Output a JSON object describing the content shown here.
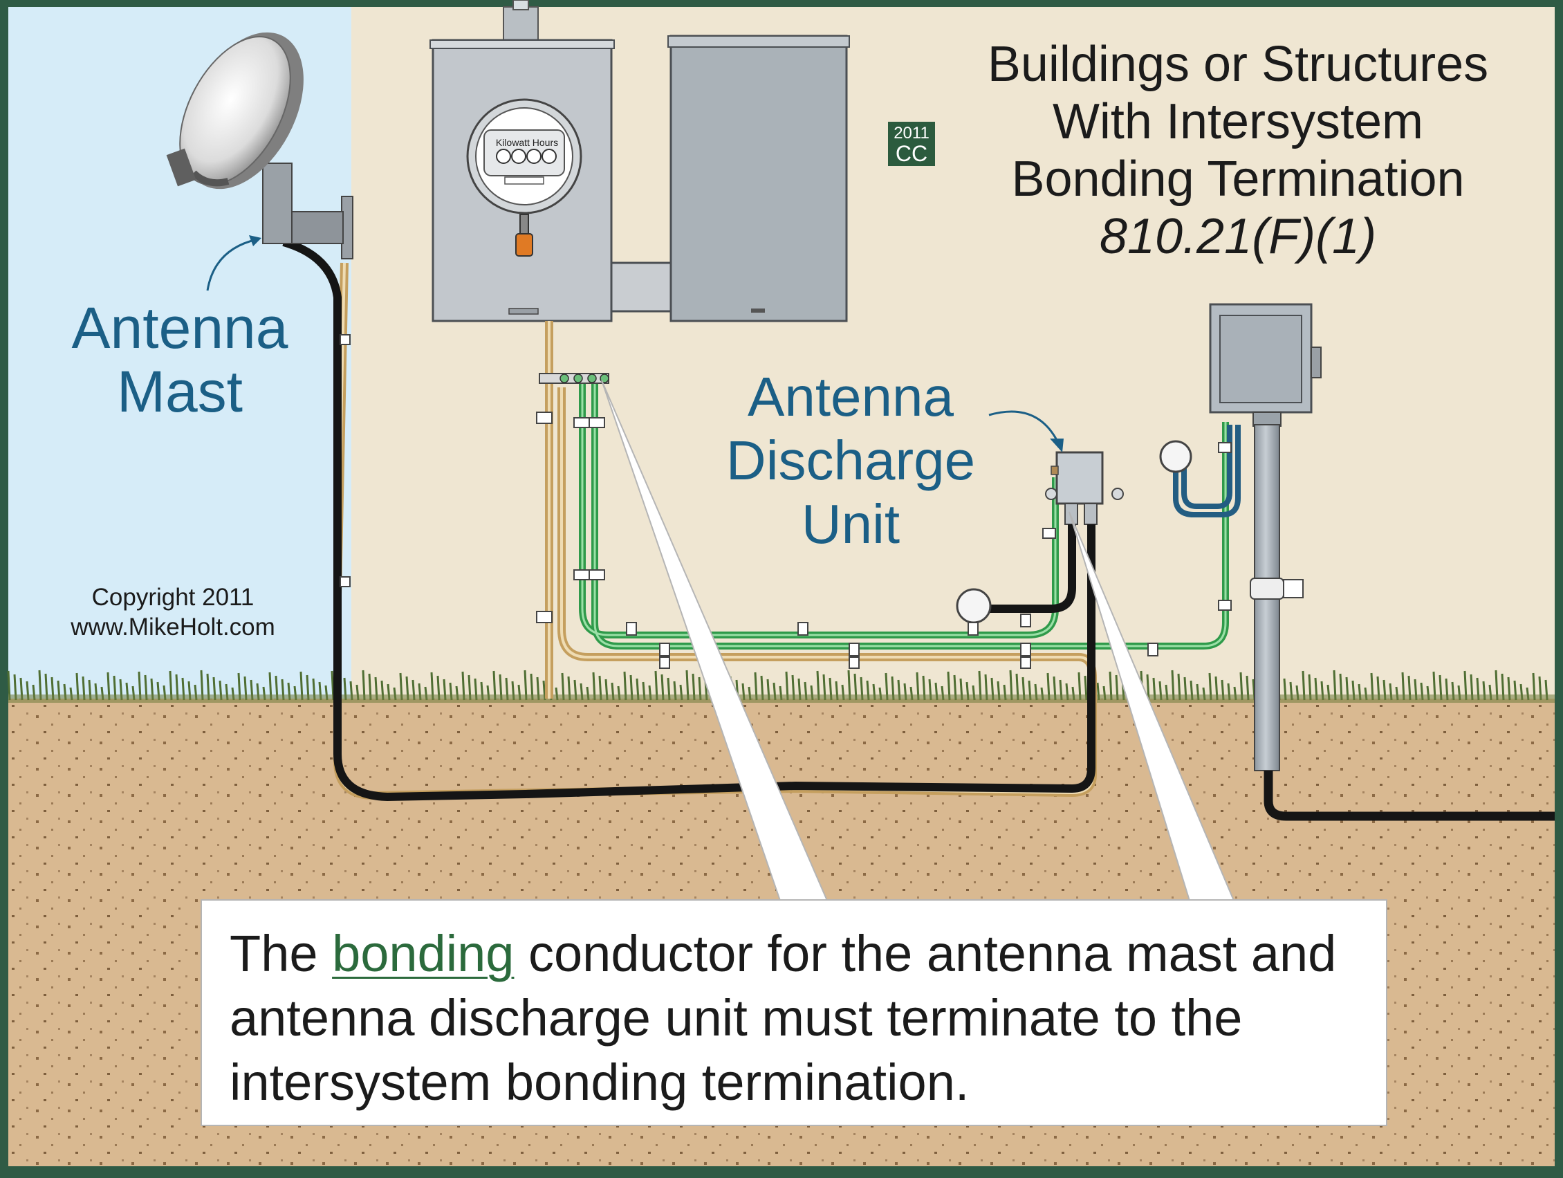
{
  "title": {
    "line1": "Buildings or Structures",
    "line2": "With Intersystem",
    "line3": "Bonding Termination",
    "code_ref": "810.21(F)(1)"
  },
  "badge": {
    "year": "2011",
    "tag": "CC"
  },
  "labels": {
    "antenna_mast_line1": "Antenna",
    "antenna_mast_line2": "Mast",
    "discharge_line1": "Antenna",
    "discharge_line2": "Discharge",
    "discharge_line3": "Unit"
  },
  "meter": {
    "face_label": "Kilowatt Hours"
  },
  "copyright": {
    "line1": "Copyright 2011",
    "line2": "www.MikeHolt.com"
  },
  "callout": {
    "pre": "The ",
    "keyword": "bonding",
    "post": " conductor for the antenna mast and antenna discharge unit must terminate to the intersystem bonding termination."
  },
  "colors": {
    "sky": "#d6ecf8",
    "wall": "#efe6d2",
    "soil": "#d9b991",
    "frame": "#2f5b45",
    "bonding_green": "#2f9a4a",
    "label_blue": "#1b5f86",
    "coax_black": "#151515",
    "ground_tan": "#d8b77a"
  }
}
